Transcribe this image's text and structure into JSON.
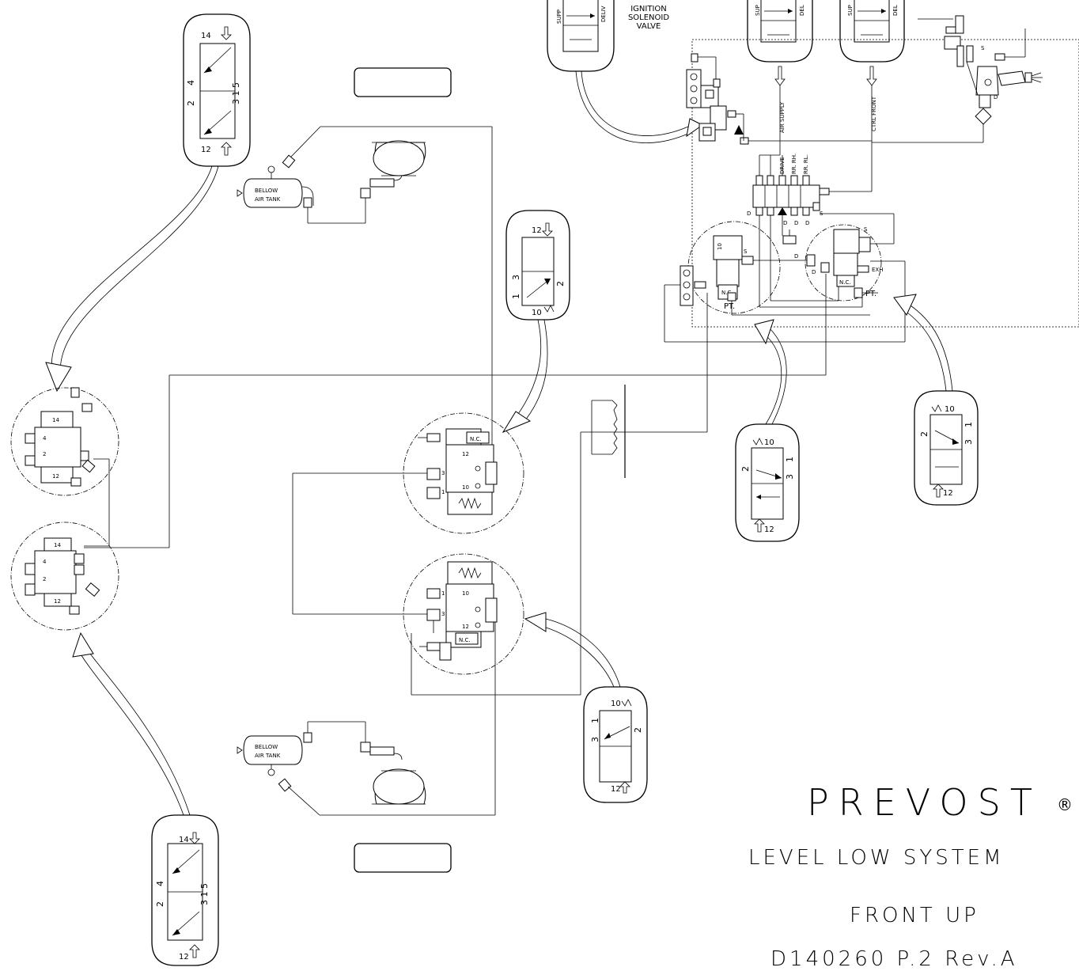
{
  "diagram": {
    "brand": "PREVOST",
    "brand_mark": "®",
    "title_line1": "LEVEL LOW SYSTEM",
    "title_line2": "FRONT UP",
    "drawing_number": "D140260 P.2 Rev.A",
    "ignition_label": [
      "IGNITION",
      "SOLENOID",
      "VALVE"
    ],
    "supply_label": "SUPP",
    "supply_label_2": "SUP",
    "delivery_label": "DELIV",
    "delivery_label_2": "DEL",
    "air_supply": "AIR SUPPLY",
    "ctrl_front": "CTRL FRONT",
    "bellow_tank": [
      "BELLOW",
      "AIR TANK"
    ],
    "manifold_ports": [
      "DRIVE",
      "RR. RH.",
      "RR. RL."
    ],
    "port_d": "D",
    "port_s": "S",
    "port_pt": "PT.",
    "port_exh": "EXH",
    "normally_closed": "N.C.",
    "port_numbers": {
      "p14": "14",
      "p12": "12",
      "p10": "10",
      "p1": "1",
      "p2": "2",
      "p3": "3",
      "p4": "4",
      "p5": "5",
      "p315": "3 1 5"
    }
  }
}
